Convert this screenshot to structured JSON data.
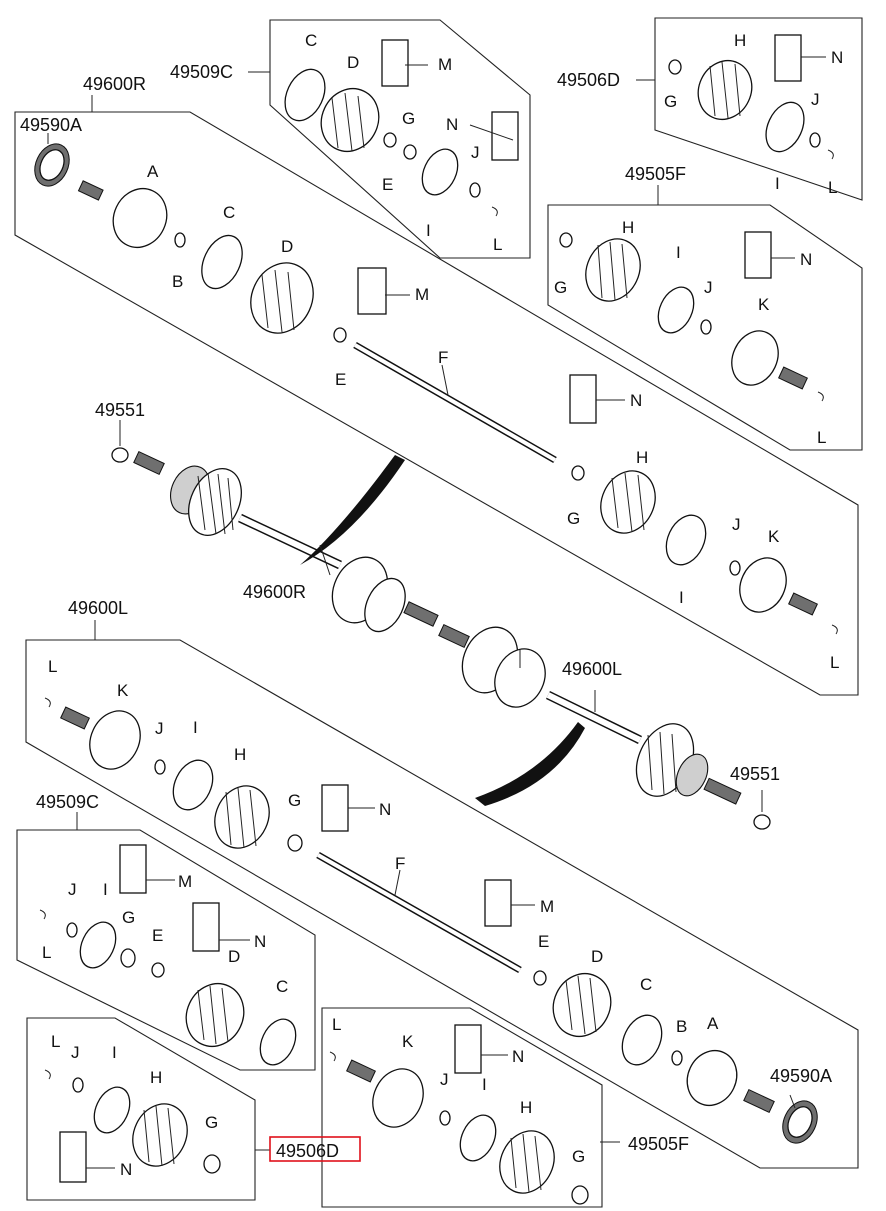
{
  "diagram": {
    "labels": {
      "assy_right_top": "49600R",
      "assy_right_mid": "49600R",
      "assy_left_top": "49600L",
      "assy_left_mid": "49600L",
      "kit_49509c_top": "49509C",
      "kit_49509c_bottom": "49509C",
      "kit_49506d_top": "49506D",
      "kit_49506d_bottom": "49506D",
      "kit_49505f_top": "49505F",
      "kit_49505f_bottom": "49505F",
      "ring_49590a_top": "49590A",
      "ring_49590a_bottom": "49590A",
      "nut_49551_top": "49551",
      "nut_49551_bottom": "49551"
    },
    "letters": {
      "a": "A",
      "b": "B",
      "c": "C",
      "d": "D",
      "e": "E",
      "f": "F",
      "g": "G",
      "h": "H",
      "i": "I",
      "j": "J",
      "k": "K",
      "l": "L",
      "m": "M",
      "n": "N"
    },
    "highlight_color": "#e0101a"
  }
}
